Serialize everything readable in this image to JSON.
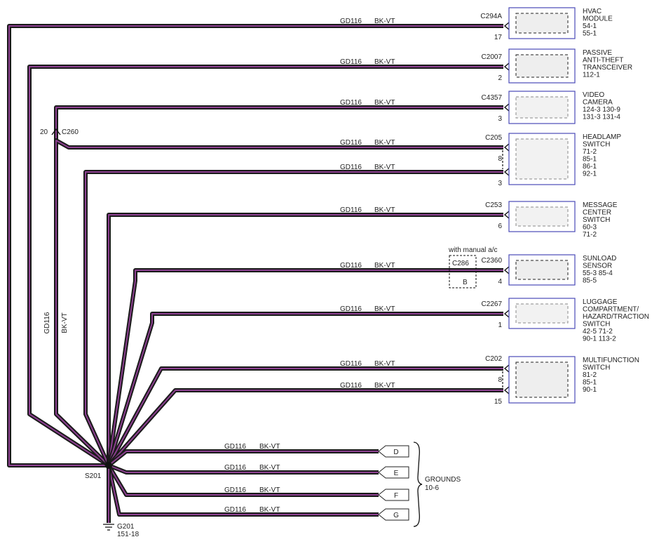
{
  "splice": {
    "id": "S201"
  },
  "ground_point": {
    "id": "G201",
    "ref": "151-18"
  },
  "vertical_wire": {
    "circuit": "GD116",
    "color": "BK-VT"
  },
  "inline_connector": {
    "id": "C260",
    "pin": "20"
  },
  "option_note": "with manual a/c",
  "option_connector": {
    "id": "C286",
    "pin": "B"
  },
  "branches": [
    {
      "circuit": "GD116",
      "color": "BK-VT",
      "connector": "C294A",
      "pin": "17"
    },
    {
      "circuit": "GD116",
      "color": "BK-VT",
      "connector": "C2007",
      "pin": "2"
    },
    {
      "circuit": "GD116",
      "color": "BK-VT",
      "connector": "C4357",
      "pin": "3"
    },
    {
      "circuit": "GD116",
      "color": "BK-VT",
      "connector": "C205",
      "pin": "8"
    },
    {
      "circuit": "GD116",
      "color": "BK-VT",
      "connector": "",
      "pin": "3"
    },
    {
      "circuit": "GD116",
      "color": "BK-VT",
      "connector": "C253",
      "pin": "6"
    },
    {
      "circuit": "GD116",
      "color": "BK-VT",
      "connector": "C2360",
      "pin": "4"
    },
    {
      "circuit": "GD116",
      "color": "BK-VT",
      "connector": "C2267",
      "pin": "1"
    },
    {
      "circuit": "GD116",
      "color": "BK-VT",
      "connector": "C202",
      "pin": "8"
    },
    {
      "circuit": "GD116",
      "color": "BK-VT",
      "connector": "",
      "pin": "15"
    }
  ],
  "components": [
    {
      "lines": [
        "HVAC",
        "MODULE",
        "54-1",
        "55-1"
      ]
    },
    {
      "lines": [
        "PASSIVE",
        "ANTI-THEFT",
        "TRANSCEIVER",
        "112-1"
      ]
    },
    {
      "lines": [
        "VIDEO",
        "CAMERA",
        "124-3   130-9",
        "131-3   131-4"
      ]
    },
    {
      "lines": [
        "HEADLAMP",
        "SWITCH",
        "71-2",
        "85-1",
        "86-1",
        "92-1"
      ]
    },
    {
      "lines": [
        "MESSAGE",
        "CENTER",
        "SWITCH",
        "60-3",
        "71-2"
      ]
    },
    {
      "lines": [
        "SUNLOAD",
        "SENSOR",
        "55-3    85-4",
        "85-5"
      ]
    },
    {
      "lines": [
        "LUGGAGE",
        "COMPARTMENT/",
        "HAZARD/TRACTION",
        "SWITCH",
        "42-5    71-2",
        "90-1    113-2"
      ]
    },
    {
      "lines": [
        "MULTIFUNCTION",
        "SWITCH",
        "81-2",
        "85-1",
        "90-1"
      ]
    }
  ],
  "grounds": [
    {
      "circuit": "GD116",
      "color": "BK-VT",
      "label": "D"
    },
    {
      "circuit": "GD116",
      "color": "BK-VT",
      "label": "E"
    },
    {
      "circuit": "GD116",
      "color": "BK-VT",
      "label": "F"
    },
    {
      "circuit": "GD116",
      "color": "BK-VT",
      "label": "G"
    }
  ],
  "grounds_label": {
    "title": "GROUNDS",
    "ref": "10-6"
  },
  "colors": {
    "wire_outer": "#1a1a1a",
    "wire_inner": "#8b3f8f",
    "component_border": "#4a4ab8"
  }
}
